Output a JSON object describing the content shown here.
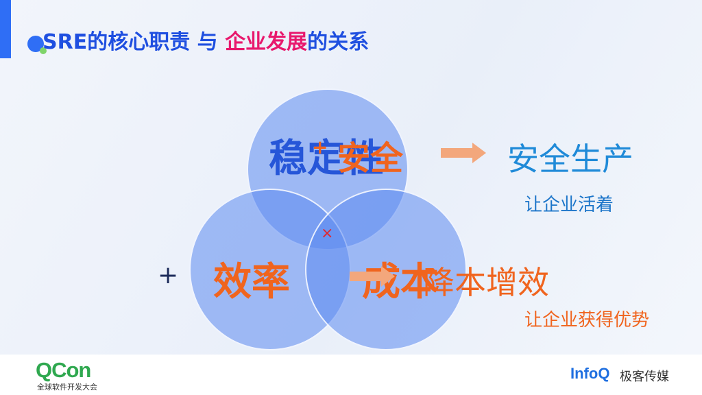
{
  "slide": {
    "title_part1": "SRE的核心职责 与 ",
    "title_part2": "企业发展",
    "title_part3": "的关系",
    "circle_top_label": "稳定性",
    "circle_top_overlay": "安全",
    "circle_left_label": "效率",
    "circle_right_label": "成本",
    "center_mark": "×",
    "plus_mark_top": "+",
    "plus_mark_left": "+",
    "result_top": "安全生产",
    "result_top_sub": "让企业活着",
    "result_bottom": "降本增效",
    "result_bottom_sub": "让企业获得优势"
  },
  "footer": {
    "brand_left": "QCon",
    "brand_left_sub": "全球软件开发大会",
    "brand_right_infoq": "InfoQ",
    "brand_right_name": "极客传媒"
  },
  "colors": {
    "accent": "#2f6ef5",
    "title_blue": "#1f4fe0",
    "title_pink": "#e8196d",
    "orange": "#f0641e",
    "circle_fill": "#5c8af0"
  }
}
